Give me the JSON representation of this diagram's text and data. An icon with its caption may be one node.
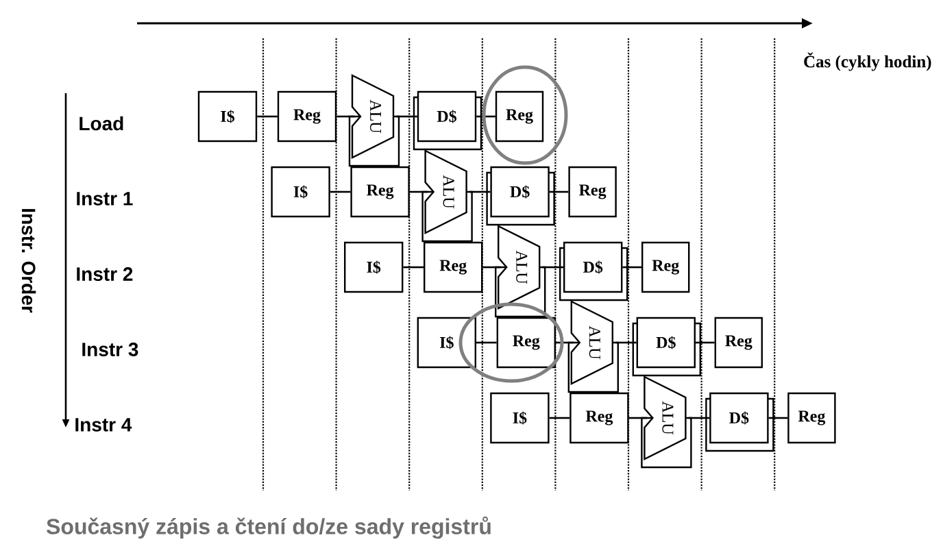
{
  "diagram": {
    "caption": "Současný zápis a čtení do/ze sady registrů",
    "nodes": [
      {
        "text": [
          "I$"
        ]
      },
      {
        "text": [
          "Reg"
        ]
      },
      {
        "text": [
          "ALU"
        ]
      },
      {
        "text": [
          "D$"
        ]
      },
      {
        "text": [
          "Reg"
        ]
      },
      {
        "text": [
          "I$"
        ]
      },
      {
        "text": [
          "Reg"
        ]
      },
      {
        "text": [
          "ALU"
        ]
      },
      {
        "text": [
          "D$"
        ]
      },
      {
        "text": [
          "Reg"
        ]
      },
      {
        "text": [
          "I$"
        ]
      },
      {
        "text": [
          "Reg"
        ]
      },
      {
        "text": [
          "ALU"
        ]
      },
      {
        "text": [
          "D$"
        ]
      },
      {
        "text": [
          "Reg"
        ]
      },
      {
        "text": [
          "I$"
        ]
      },
      {
        "text": [
          "Reg"
        ]
      },
      {
        "text": [
          "ALU"
        ]
      },
      {
        "text": [
          "D$"
        ]
      },
      {
        "text": [
          "Reg"
        ]
      },
      {
        "text": [
          "I$"
        ]
      },
      {
        "text": [
          "Reg"
        ]
      },
      {
        "text": [
          "ALU"
        ]
      },
      {
        "text": [
          "D$"
        ]
      },
      {
        "text": [
          "Reg"
        ]
      }
    ],
    "edges": [
      {
        "from": 0,
        "to": 1,
        "arrow": "none"
      },
      {
        "from": 1,
        "to": 2,
        "arrow": "none"
      },
      {
        "from": 2,
        "to": 3,
        "arrow": "none"
      },
      {
        "from": 3,
        "to": 4,
        "arrow": "none"
      },
      {
        "from": 5,
        "to": 6,
        "arrow": "none"
      },
      {
        "from": 6,
        "to": 7,
        "arrow": "none"
      },
      {
        "from": 7,
        "to": 8,
        "arrow": "none"
      },
      {
        "from": 8,
        "to": 9,
        "arrow": "none"
      },
      {
        "from": 10,
        "to": 11,
        "arrow": "none"
      },
      {
        "from": 11,
        "to": 12,
        "arrow": "none"
      },
      {
        "from": 12,
        "to": 13,
        "arrow": "none"
      },
      {
        "from": 13,
        "to": 14,
        "arrow": "none"
      },
      {
        "from": 15,
        "to": 16,
        "arrow": "none"
      },
      {
        "from": 16,
        "to": 17,
        "arrow": "none"
      },
      {
        "from": 17,
        "to": 18,
        "arrow": "none"
      },
      {
        "from": 18,
        "to": 19,
        "arrow": "none"
      },
      {
        "from": 20,
        "to": 21,
        "arrow": "none"
      },
      {
        "from": 21,
        "to": 22,
        "arrow": "none"
      },
      {
        "from": 22,
        "to": 23,
        "arrow": "none"
      },
      {
        "from": 23,
        "to": 24,
        "arrow": "none"
      }
    ],
    "labels": [
      "Čas (cykly hodin)",
      "Instr. Order",
      "Load",
      "Instr 1",
      "Instr 2",
      "Instr 3",
      "Instr 4"
    ]
  }
}
